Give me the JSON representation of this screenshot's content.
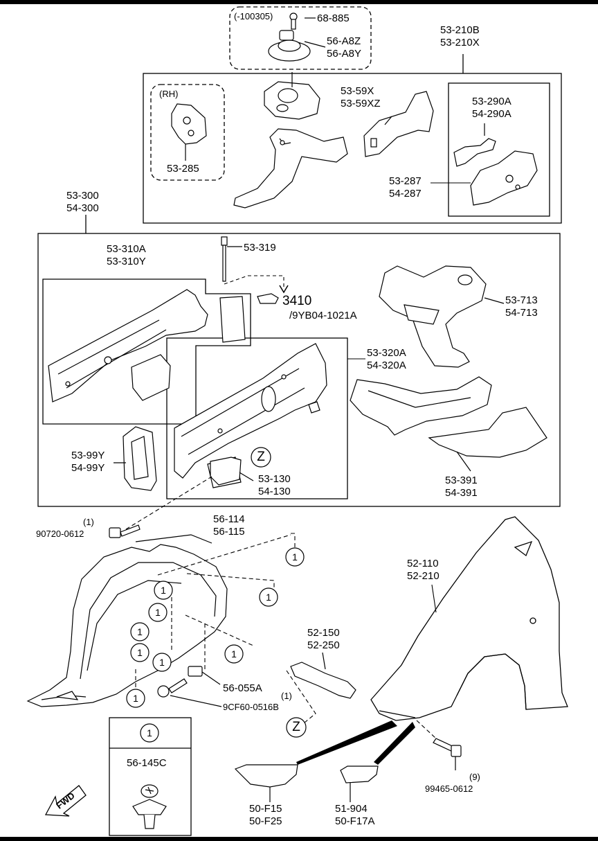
{
  "labels": {
    "bolt_top": "68-885",
    "mount_a": "56-A8Z",
    "mount_b": "56-A8Y",
    "date_code": "(-100305)",
    "apron_a": "53-210B",
    "apron_b": "53-210X",
    "rh": "(RH)",
    "p53_285": "53-285",
    "p53_59x": "53-59X",
    "p53_59xz": "53-59XZ",
    "p53_290a": "53-290A",
    "p54_290a": "54-290A",
    "p53_287": "53-287",
    "p54_287": "54-287",
    "p53_300": "53-300",
    "p54_300": "54-300",
    "p53_310a": "53-310A",
    "p53_310y": "53-310Y",
    "p53_319": "53-319",
    "ref_3410": "3410",
    "ref_sub": "/9YB04-1021A",
    "p53_713": "53-713",
    "p54_713": "54-713",
    "p53_320a": "53-320A",
    "p54_320a": "54-320A",
    "p53_99y": "53-99Y",
    "p54_99y": "54-99Y",
    "p53_130": "53-130",
    "p54_130": "54-130",
    "p53_391": "53-391",
    "p54_391": "54-391",
    "z_mark": "Z",
    "bolt_qty": "(1)",
    "bolt_90720": "90720-0612",
    "p56_114": "56-114",
    "p56_115": "56-115",
    "p52_110": "52-110",
    "p52_210": "52-210",
    "p52_150": "52-150",
    "p52_250": "52-250",
    "p56_055a": "56-055A",
    "screw_qty": "(1)",
    "p9cf60": "9CF60-0516B",
    "clip_1": "1",
    "p56_145c": "56-145C",
    "bolt9_qty": "(9)",
    "p99465": "99465-0612",
    "p50_f15": "50-F15",
    "p50_f25": "50-F25",
    "p51_904": "51-904",
    "p50_f17a": "50-F17A",
    "fwd": "FWD"
  },
  "callout_number": "1"
}
